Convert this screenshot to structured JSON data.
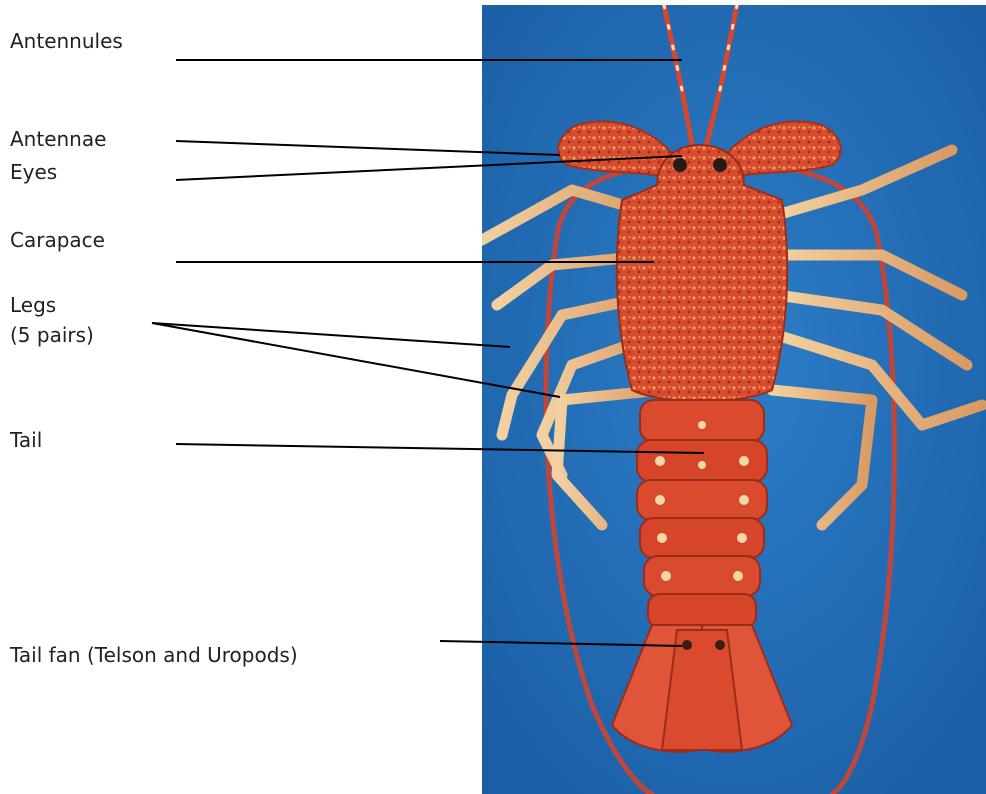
{
  "labels": {
    "antennules": "Antennules",
    "antennae": "Antennae",
    "eyes": "Eyes",
    "carapace": "Carapace",
    "legs": "Legs",
    "legs_pairs": "(5 pairs)",
    "tail": "Tail",
    "tail_fan": "Tail fan (Telson and Uropods)"
  },
  "colors": {
    "background": "#1e69b4",
    "lobster_body": "#d7472c",
    "lobster_dark": "#a7301c",
    "legs": "#edbd8a",
    "antenna": "#c0463a",
    "leader_line": "#000000"
  }
}
